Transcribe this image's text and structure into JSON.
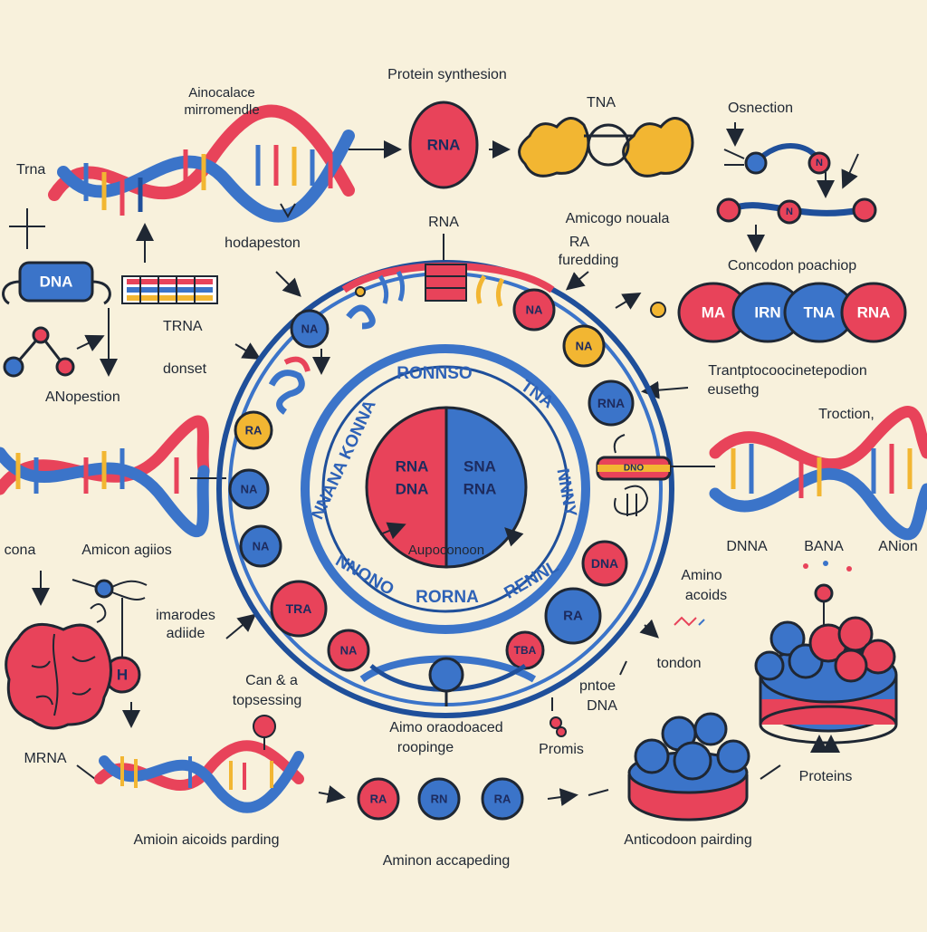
{
  "palette": {
    "background": "#f8f1dc",
    "red": "#e8435a",
    "blue": "#3b74c9",
    "dark_blue": "#1f4f9a",
    "yellow": "#f2b632",
    "outline": "#1f2733"
  },
  "title": "Protein synthesion",
  "labels": {
    "top_left_caption_1": "Ainocalace",
    "top_left_caption_2": "mirromendle",
    "trna_left": "Trna",
    "hodapeston": "hodapeston",
    "dna_box": "DNA",
    "trna_mid_left": "TRNA",
    "donset": "donset",
    "anopestion": "ANopestion",
    "rna_top_node": "RNA",
    "rna_below_node": "RNA",
    "tna_top": "TNA",
    "amico_nouala": "Amicogo nouala",
    "ra_fureding_1": "RA",
    "ra_fureding_2": "furedding",
    "osnection": "Osnection",
    "concodon": "Concodon poachiop",
    "transpto_1": "Trantptocoocinetepodion",
    "transpto_2": "eusethg",
    "troction": "Troction,",
    "dnna": "DNNA",
    "bana": "BANA",
    "anion": "ANion",
    "cona": "cona",
    "amicon_agiios": "Amicon agiios",
    "imarodes_1": "imarodes",
    "imarodes_2": "adiide",
    "mrna": "MRNA",
    "can_a": "Can & a",
    "topsessing": "topsessing",
    "aimo_1": "Aimo oraodoaced",
    "aimo_2": "roopinge",
    "promis": "Promis",
    "amino_1": "Amino",
    "amino_2": "acoids",
    "tondon": "tondon",
    "pntoe": "pntoe",
    "dna_right": "DNA",
    "proteins": "Proteins",
    "amioin": "Amioin aicoids parding",
    "aminon": "Aminon accapeding",
    "anticodoon": "Anticodoon pairding",
    "puposition": "Aupoconoon"
  },
  "center": {
    "left_top": "RNA",
    "left_bottom": "DNA",
    "right_top": "SNA",
    "right_bottom": "RNA"
  },
  "ring_text": {
    "top": "RONNSO",
    "top_right": "TNA",
    "left": "NNANA KONNA",
    "right": "NNNY",
    "bottom_left": "NNONO",
    "bottom": "RORNA",
    "bottom_right": "RENNL"
  },
  "ring_nodes": {
    "n1": "NA",
    "n2": "NA",
    "n3": "RNA",
    "n4": "RA",
    "n5": "NA",
    "n6": "NA",
    "n7": "TRA",
    "n8": "NA",
    "n9": "TBA",
    "n10": "DNA",
    "n11": "RA",
    "n12": "NA"
  },
  "chain_right": [
    "MA",
    "IRN",
    "TNA",
    "RNA"
  ],
  "bottom_chain": [
    "RA",
    "RN",
    "RA"
  ],
  "misc": {
    "h_node": "H",
    "osn_node_1": "N",
    "osn_node_2": "N",
    "clamp": "DNO"
  }
}
